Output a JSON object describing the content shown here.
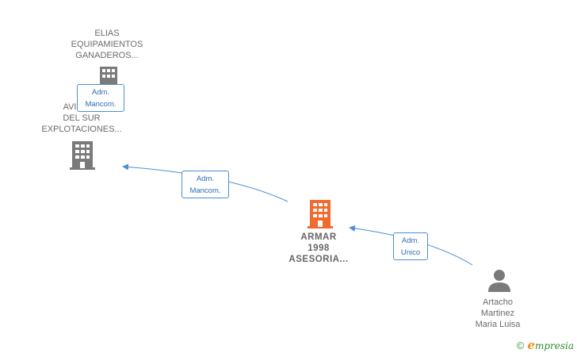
{
  "nodes": {
    "elias": {
      "lines": [
        "ELIAS",
        "EQUIPAMIENTOS",
        "GANADEROS..."
      ],
      "kind": "company",
      "icon": "building-icon",
      "color": "#7a7a7a"
    },
    "avicola": {
      "lines": [
        "AVICOLA",
        "DEL SUR",
        "EXPLOTACIONES..."
      ],
      "kind": "company",
      "icon": "building-icon",
      "color": "#7a7a7a"
    },
    "armar": {
      "lines": [
        "ARMAR",
        "1998",
        "ASESORIA..."
      ],
      "kind": "company",
      "icon": "building-icon",
      "color": "#f26a2e"
    },
    "artacho": {
      "lines": [
        "Artacho",
        "Martinez",
        "Maria Luisa"
      ],
      "kind": "person",
      "icon": "person-icon",
      "color": "#7a7a7a"
    }
  },
  "edges": [
    {
      "from": "avicola",
      "to": "elias",
      "label_lines": [
        "Adm.",
        "Mancom."
      ]
    },
    {
      "from": "armar",
      "to": "avicola",
      "label_lines": [
        "Adm.",
        "Mancom."
      ]
    },
    {
      "from": "artacho",
      "to": "armar",
      "label_lines": [
        "Adm.",
        "Unico"
      ]
    }
  ],
  "edge_color": "#4a8fd6",
  "watermark": {
    "symbol": "©",
    "brand_initial": "e",
    "brand_rest": "mpresia"
  }
}
